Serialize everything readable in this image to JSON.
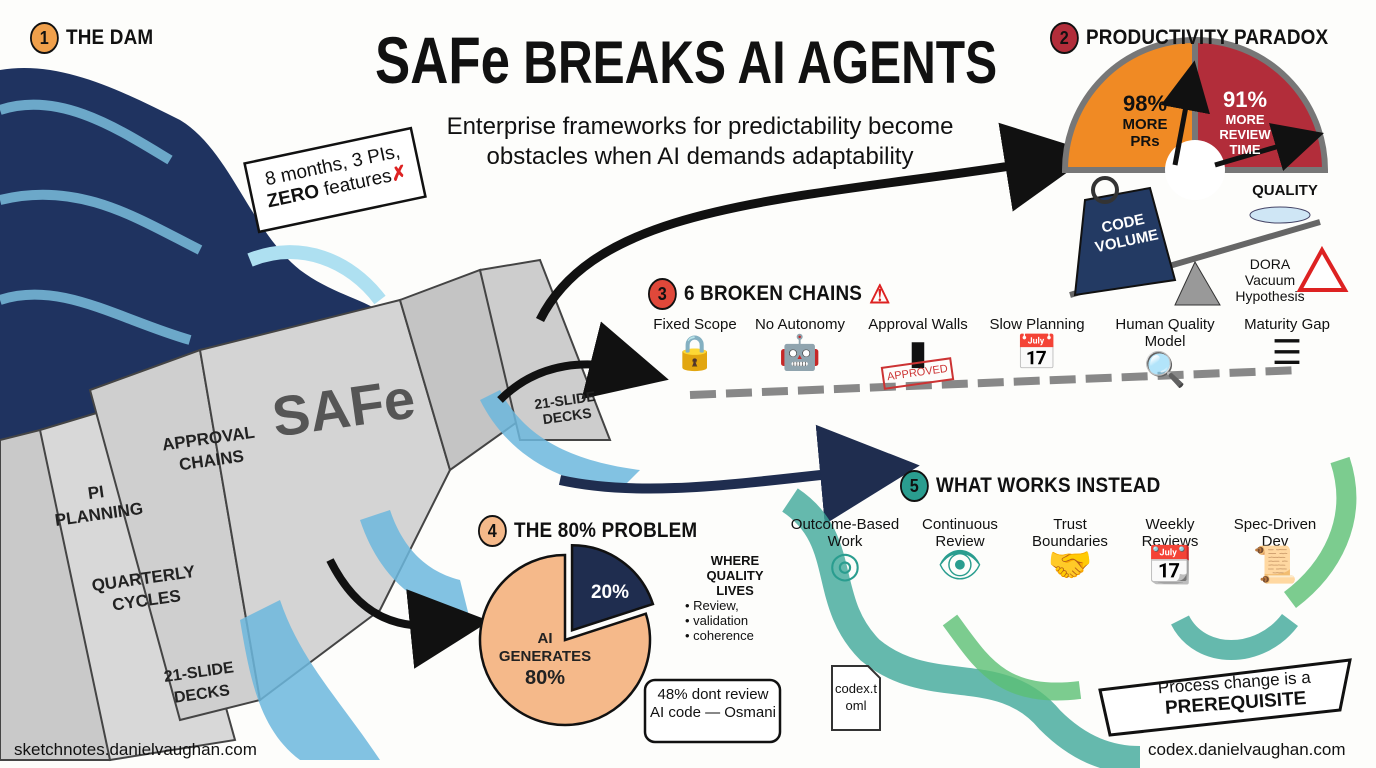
{
  "title": {
    "main_part1": "SAFe",
    "main_part2": " BREAKS AI AGENTS",
    "subtitle_line1": "Enterprise frameworks for predictability become",
    "subtitle_line2": "obstacles when AI demands adaptability"
  },
  "sections": {
    "dam": {
      "number": "1",
      "heading": "THE DAM",
      "sign_line1": "8 months, 3 PIs,",
      "sign_bold": "ZERO",
      "sign_rest": " features",
      "dam_label": "SAFe",
      "blocks": [
        "PI PLANNING",
        "APPROVAL CHAINS",
        "QUARTERLY CYCLES",
        "21-SLIDE DECKS",
        "21-SLIDE DECKS"
      ],
      "color": "#f0a04b"
    },
    "paradox": {
      "number": "2",
      "heading": "PRODUCTIVITY PARADOX",
      "left_value": "98%",
      "left_label1": "MORE",
      "left_label2": "PRs",
      "right_value": "91%",
      "right_label1": "MORE",
      "right_label2": "REVIEW",
      "right_label3": "TIME",
      "weight_label1": "CODE",
      "weight_label2": "VOLUME",
      "feather_label": "QUALITY",
      "warning_line1": "DORA",
      "warning_line2": "Vacuum",
      "warning_line3": "Hypothesis",
      "color": "#b22d3a"
    },
    "chains": {
      "number": "3",
      "heading": "6 BROKEN CHAINS",
      "items": [
        {
          "label": "Fixed Scope",
          "icon": "padlock-icon"
        },
        {
          "label": "No Autonomy",
          "icon": "robot-on-leash-icon"
        },
        {
          "label": "Approval Walls",
          "icon": "approved-stamp-icon",
          "stamp": "APPROVED"
        },
        {
          "label": "Slow Planning",
          "icon": "calendar-snail-icon"
        },
        {
          "label": "Human Quality Model",
          "icon": "magnifier-bug-icon"
        },
        {
          "label": "Maturity Gap",
          "icon": "ladder-icon"
        }
      ],
      "color": "#e0483a"
    },
    "problem80": {
      "number": "4",
      "heading": "THE 80% PROBLEM",
      "slice_small": "20%",
      "slice_large_line1": "AI",
      "slice_large_line2": "GENERATES",
      "slice_large_value": "80%",
      "quality_heading": "WHERE QUALITY LIVES",
      "quality_bullets": [
        "Review,",
        "validation",
        "coherence"
      ],
      "quote": "48% dont review AI code — Osmani",
      "file_label": "codex.toml",
      "pie_values": [
        80,
        20
      ],
      "color": "#f5b98a"
    },
    "works": {
      "number": "5",
      "heading": "WHAT WORKS INSTEAD",
      "items": [
        {
          "label": "Outcome-Based Work",
          "icon": "target-icon"
        },
        {
          "label": "Continuous Review",
          "icon": "eye-cycle-icon"
        },
        {
          "label": "Trust Boundaries",
          "icon": "handshake-icon"
        },
        {
          "label": "Weekly Reviews",
          "icon": "calendar-clock-icon"
        },
        {
          "label": "Spec-Driven Dev",
          "icon": "spec-document-icon"
        }
      ],
      "banner_line1": "Process change is a",
      "banner_line2": "PREREQUISITE",
      "color": "#2a9d8f"
    }
  },
  "footer": {
    "left": "sketchnotes.danielvaughan.com",
    "right": "codex.danielvaughan.com"
  }
}
